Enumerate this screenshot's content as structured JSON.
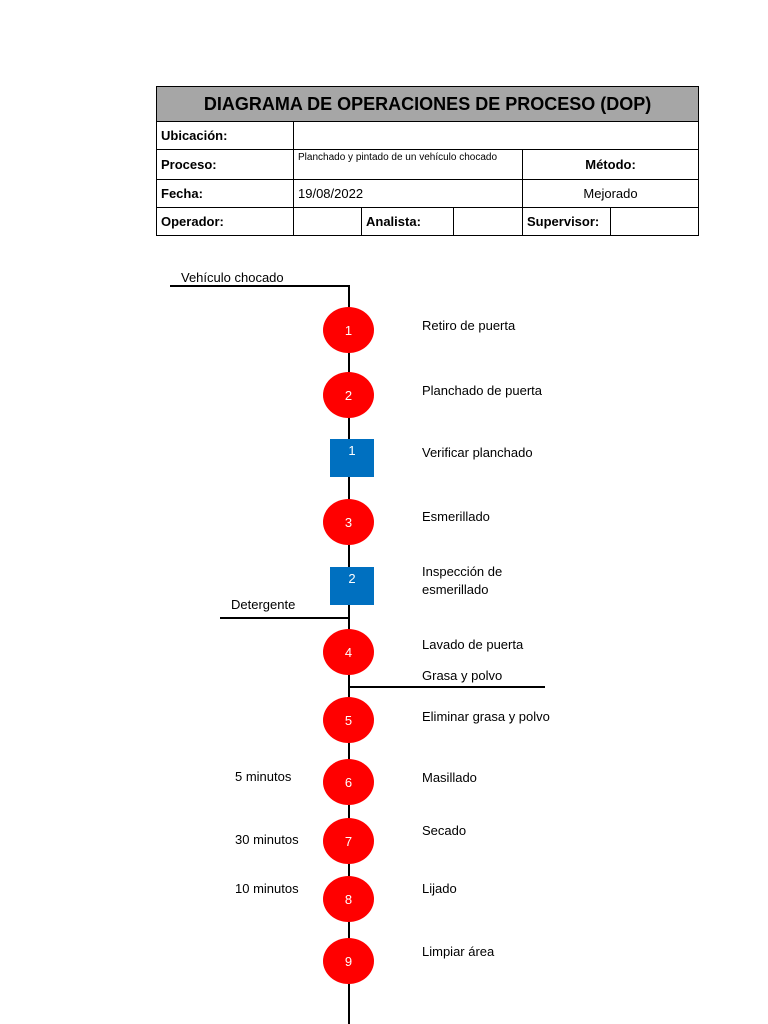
{
  "header": {
    "title": "DIAGRAMA DE OPERACIONES DE PROCESO (DOP)",
    "ubicacion_label": "Ubicación:",
    "ubicacion_value": "",
    "proceso_label": "Proceso:",
    "proceso_value": "Planchado y pintado de un vehículo chocado",
    "metodo_label": "Método:",
    "fecha_label": "Fecha:",
    "fecha_value": "19/08/2022",
    "metodo_value": "Mejorado",
    "operador_label": "Operador:",
    "analista_label": "Analista:",
    "supervisor_label": "Supervisor:"
  },
  "inputs": {
    "vehiculo": "Vehículo chocado",
    "detergente": "Detergente",
    "grasa": "Grasa y polvo"
  },
  "steps": [
    {
      "kind": "operation",
      "num": "1",
      "desc": "Retiro de puerta",
      "time": ""
    },
    {
      "kind": "operation",
      "num": "2",
      "desc": "Planchado de puerta",
      "time": ""
    },
    {
      "kind": "inspection",
      "num": "1",
      "desc": "Verificar planchado",
      "time": ""
    },
    {
      "kind": "operation",
      "num": "3",
      "desc": "Esmerillado",
      "time": ""
    },
    {
      "kind": "inspection",
      "num": "2",
      "desc": "Inspección de esmerillado",
      "time": ""
    },
    {
      "kind": "operation",
      "num": "4",
      "desc": "Lavado de puerta",
      "time": ""
    },
    {
      "kind": "operation",
      "num": "5",
      "desc": "Eliminar grasa y polvo",
      "time": ""
    },
    {
      "kind": "operation",
      "num": "6",
      "desc": "Masillado",
      "time": "5 minutos"
    },
    {
      "kind": "operation",
      "num": "7",
      "desc": "Secado",
      "time": "30 minutos"
    },
    {
      "kind": "operation",
      "num": "8",
      "desc": "Lijado",
      "time": "10 minutos"
    },
    {
      "kind": "operation",
      "num": "9",
      "desc": "Limpiar área",
      "time": ""
    }
  ],
  "colors": {
    "operation": "#ff0000",
    "inspection": "#0070c0",
    "title_bg": "#a6a6a6"
  }
}
